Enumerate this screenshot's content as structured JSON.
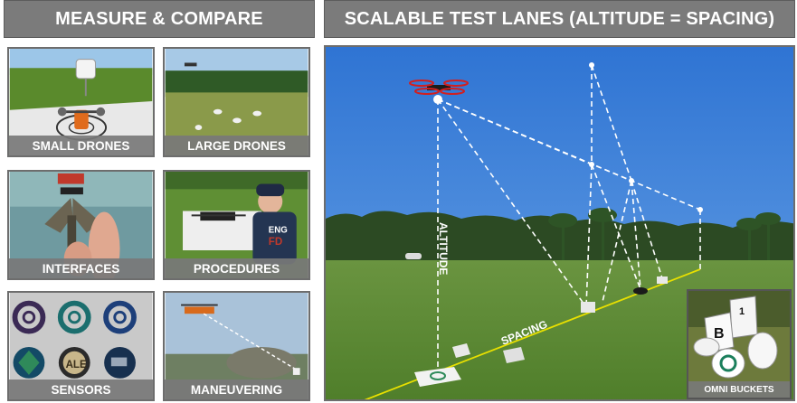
{
  "headers": {
    "left": "MEASURE & COMPARE",
    "right": "SCALABLE TEST LANES (ALTITUDE = SPACING)"
  },
  "tiles": [
    {
      "label": "SMALL DRONES"
    },
    {
      "label": "LARGE DRONES"
    },
    {
      "label": "INTERFACES"
    },
    {
      "label": "PROCEDURES"
    },
    {
      "label": "SENSORS"
    },
    {
      "label": "MANEUVERING"
    }
  ],
  "main_image": {
    "altitude_label": "ALTITUDE",
    "spacing_label": "SPACING",
    "inset_label": "OMNI BUCKETS",
    "bucket_letters": [
      "1",
      "B"
    ]
  },
  "sensor_cards": [
    "ALE"
  ],
  "colors": {
    "header_bg": "#7b7b7b",
    "caption_bg": "#787878",
    "sky": "#3d7fd6",
    "grass": "#5e8a36",
    "drone_red": "#d21f1f",
    "spacing_line": "#e8e000"
  }
}
